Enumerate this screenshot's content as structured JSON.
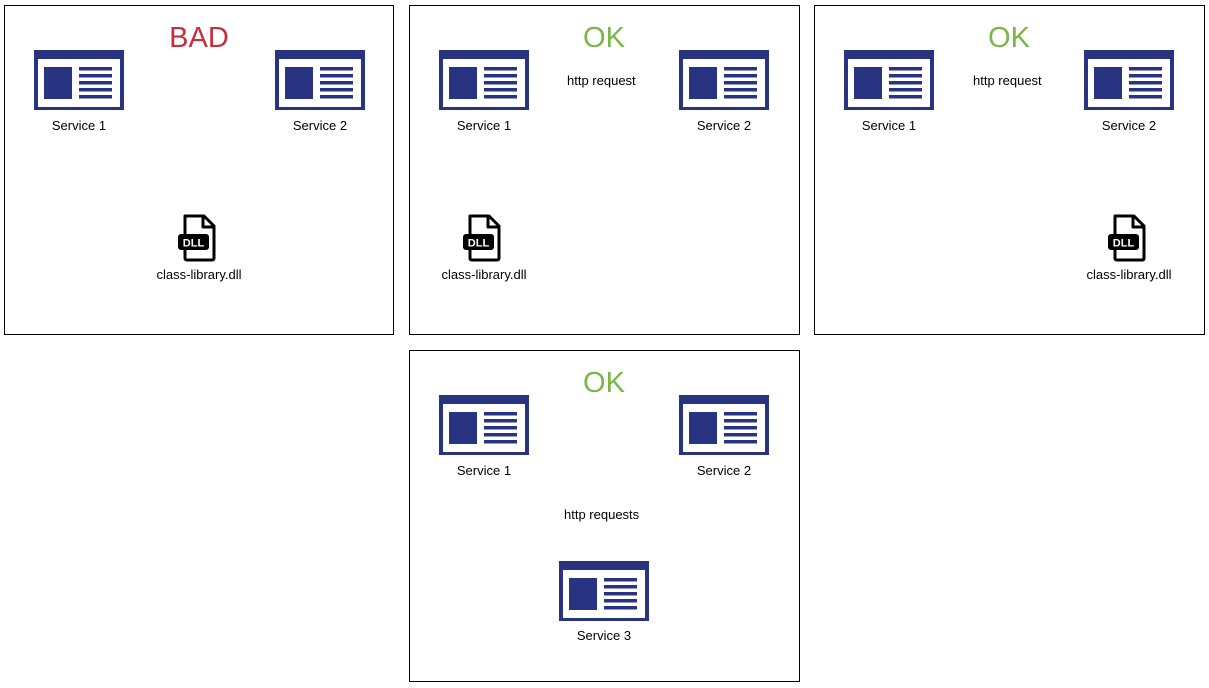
{
  "colors": {
    "bad": "#c62f3b",
    "ok": "#7ab648",
    "service": "#283482",
    "arrow_red": "#c62f3b",
    "arrow_black": "#000000"
  },
  "icons": {
    "service": "service-window-icon",
    "dll": "dll-file-icon"
  },
  "panels": [
    {
      "title": "BAD",
      "status": "bad",
      "services": [
        "Service 1",
        "Service 2"
      ],
      "dll": "class-library.dll"
    },
    {
      "title": "OK",
      "status": "ok",
      "services": [
        "Service 1",
        "Service 2"
      ],
      "edge": "http request",
      "dll": "class-library.dll"
    },
    {
      "title": "OK",
      "status": "ok",
      "services": [
        "Service 1",
        "Service 2"
      ],
      "edge": "http request",
      "dll": "class-library.dll"
    },
    {
      "title": "OK",
      "status": "ok",
      "services": [
        "Service 1",
        "Service 2",
        "Service 3"
      ],
      "edge": "http requests"
    }
  ]
}
